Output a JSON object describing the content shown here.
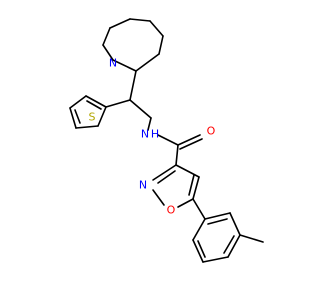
{
  "colors": {
    "bond": "#000000",
    "carbon": "#000000",
    "nitrogen": "#0000FF",
    "oxygen": "#FF0000",
    "sulfur": "#B2A600"
  },
  "atoms": {
    "n_azepane": "N",
    "s_thiophene": "S",
    "nh_amide": "N",
    "h_amide": "H",
    "o_carbonyl": "O",
    "n_isoxazole": "N",
    "o_isoxazole": "O"
  }
}
